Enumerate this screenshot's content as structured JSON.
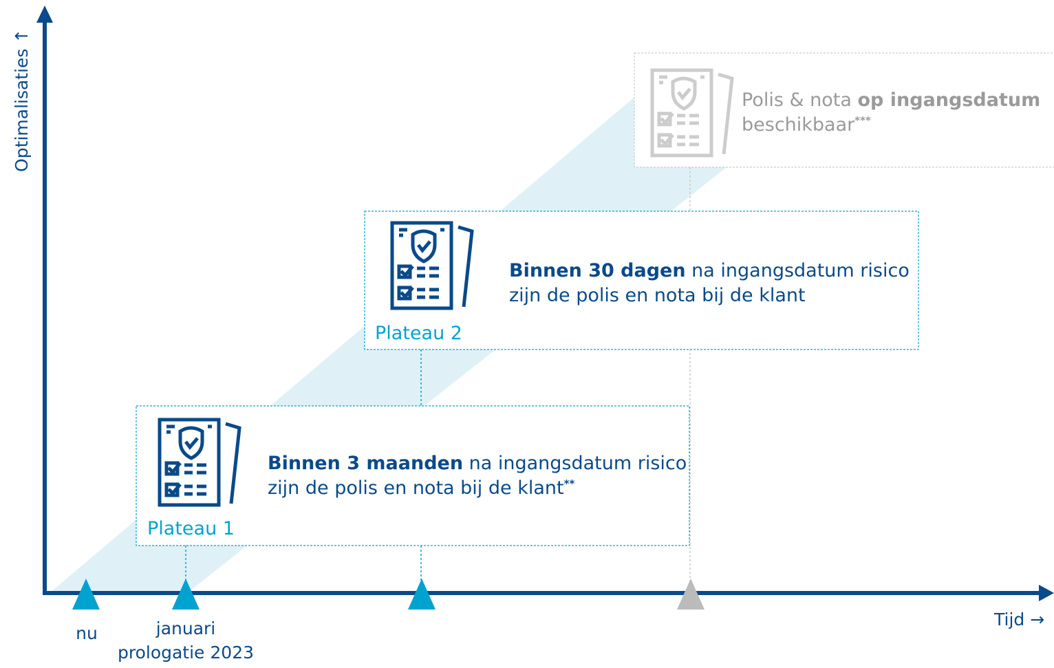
{
  "axes": {
    "y_label": "Optimalisaties",
    "y_arrow": "↑",
    "x_label": "Tijd",
    "x_arrow": "→"
  },
  "milestones": [
    {
      "label": "nu"
    },
    {
      "label": "januari",
      "label2": "prologatie 2023"
    },
    {
      "label": ""
    },
    {
      "label": "",
      "future": true
    }
  ],
  "plateaus": [
    {
      "name": "Plateau 1",
      "strong": "Binnen 3 maanden",
      "text_rest": " na ingangsdatum risico",
      "line2": "zijn de polis en nota bij de klant",
      "footnote": "**"
    },
    {
      "name": "Plateau 2",
      "strong": "Binnen 30 dagen",
      "text_rest": " na ingangsdatum risico",
      "line2": "zijn de polis en nota bij de klant"
    },
    {
      "pre": "Polis & nota ",
      "strong": "op ingangsdatum",
      "line2": "beschikbaar",
      "footnote": "***",
      "future": true
    }
  ],
  "colors": {
    "axis": "#0a4a8a",
    "accent": "#00a3cf",
    "band": "#dff1f7",
    "future": "#b8b8b8",
    "icon": "#0a4a8a",
    "icon_future": "#cccccc"
  }
}
